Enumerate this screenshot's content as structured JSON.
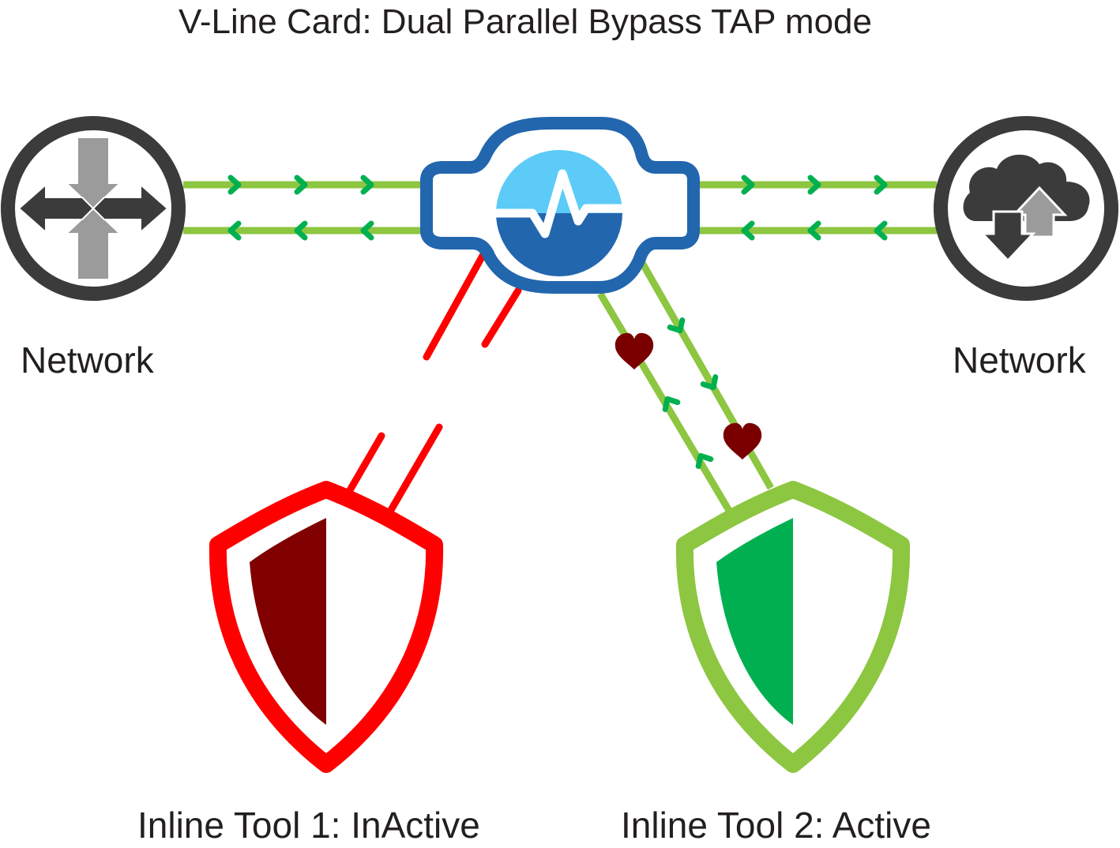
{
  "title": "V-Line Card: Dual Parallel Bypass TAP mode",
  "nodes": {
    "network_left": {
      "label": "Network",
      "icon": "router-icon"
    },
    "network_right": {
      "label": "Network",
      "icon": "cloud-transfer-icon"
    },
    "vline_card": {
      "icon": "heartbeat-pulse-icon"
    },
    "tool1": {
      "label": "Inline Tool 1: InActive",
      "status": "inactive",
      "icon": "shield-icon"
    },
    "tool2": {
      "label": "Inline Tool 2: Active",
      "status": "active",
      "icon": "shield-icon"
    }
  },
  "colors": {
    "link_green": "#8dc641",
    "arrow_green": "#00b050",
    "inactive_red": "#ff0000",
    "inactive_fill": "#800000",
    "active_fill": "#00b050",
    "heart": "#7a0000",
    "card_blue": "#2266ae",
    "pulse_light_blue": "#5ccbf7",
    "network_dark": "#3b3b3b",
    "network_gray": "#9b9b9b"
  }
}
